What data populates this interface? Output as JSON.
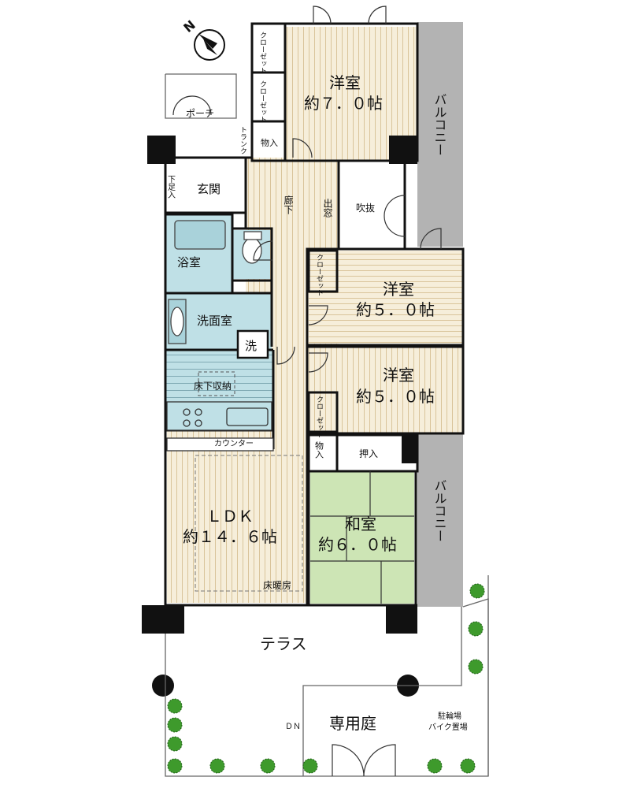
{
  "compass": {
    "label": "N"
  },
  "rooms": {
    "western1": {
      "name": "洋室",
      "size": "約７．０帖"
    },
    "western2": {
      "name": "洋室",
      "size": "約５．０帖"
    },
    "western3": {
      "name": "洋室",
      "size": "約５．０帖"
    },
    "washitsu": {
      "name": "和室",
      "size": "約６．０帖"
    },
    "ldk": {
      "name": "ＬＤＫ",
      "size": "約１４．６帖"
    },
    "bath": "浴室",
    "washroom": "洗面室",
    "entrance": "玄関",
    "porch": "ポーチ",
    "corridor": "廊下",
    "atrium": "吹抜",
    "bay_window": "出窓",
    "terrace": "テラス",
    "private_garden": "専用庭"
  },
  "labels": {
    "closet": "クローゼット",
    "storage": "物入",
    "oshiire": "押入",
    "trunk": "トランク",
    "shoe_box": "下足入",
    "washer": "洗",
    "underfloor_storage": "床下収納",
    "counter": "カウンター",
    "floor_heating": "床暖房",
    "balcony": "バルコニー",
    "dn": "ＤＮ",
    "parking": "駐輪場",
    "bike": "バイク置場"
  },
  "colors": {
    "wall": "#111111",
    "wood_floor": "#f6eeda",
    "wood_line": "#d9c49a",
    "wet_area": "#bfe0e6",
    "tatami": "#cde5b5",
    "balcony": "#b3b3b3",
    "shrub": "#3e9a2c"
  }
}
